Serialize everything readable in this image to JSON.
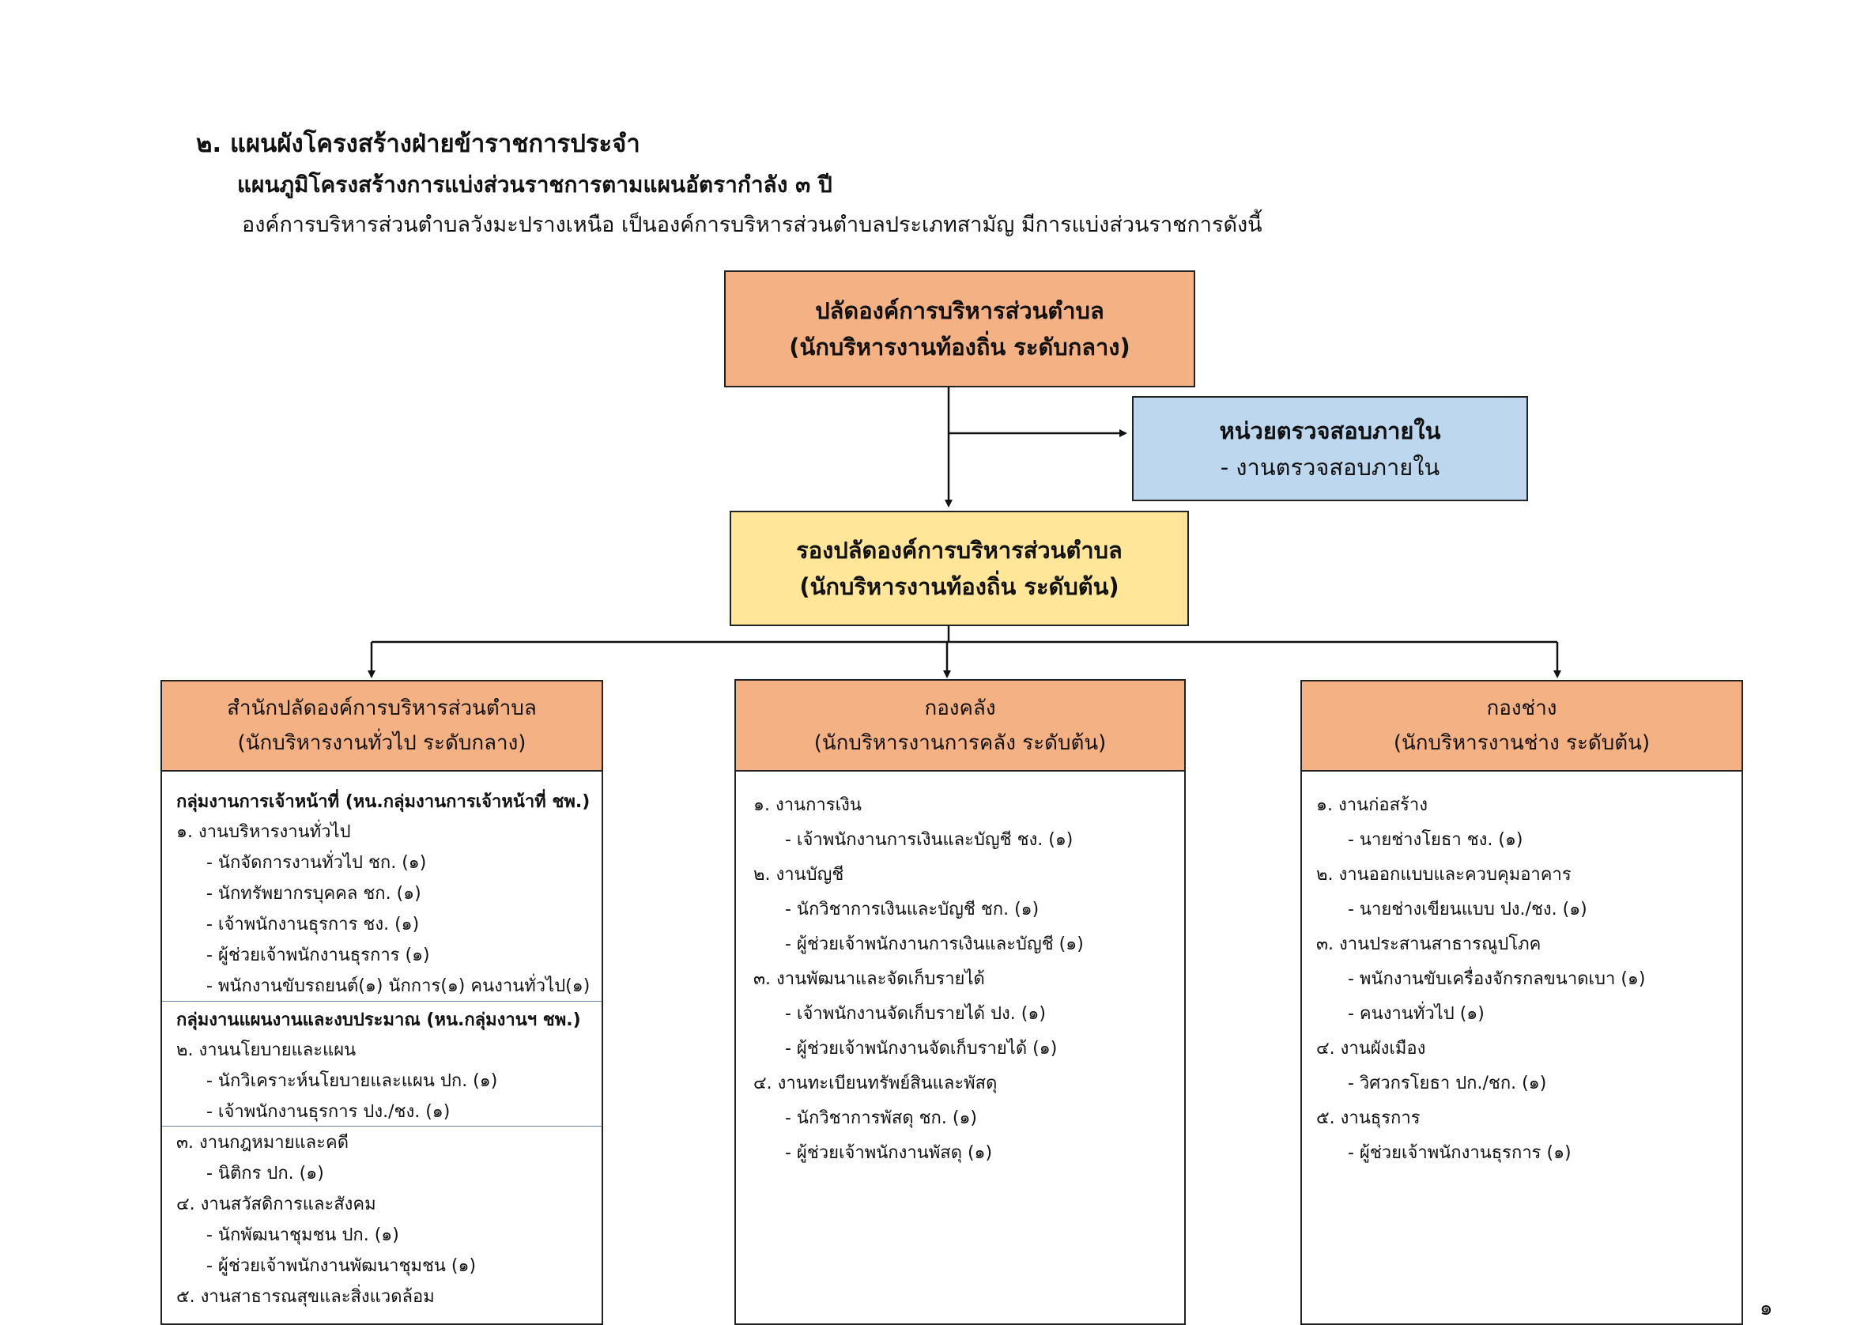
{
  "heading": {
    "title": "๒. แผนผังโครงสร้างฝ่ายข้าราชการประจำ",
    "subtitle": "แผนภูมิโครงสร้างการแบ่งส่วนราชการตามแผนอัตรากำลัง ๓ ปี",
    "intro": "องค์การบริหารส่วนตำบลวังมะปรางเหนือ  เป็นองค์การบริหารส่วนตำบลประเภทสามัญ  มีการแบ่งส่วนราชการดังนี้"
  },
  "colors": {
    "orange": "#f4b183",
    "blue": "#bdd7ee",
    "yellow": "#ffe699",
    "line": "#222222"
  },
  "nodes": {
    "chief": {
      "line1": "ปลัดองค์การบริหารส่วนตำบล",
      "line2": "(นักบริหารงานท้องถิ่น ระดับกลาง)"
    },
    "audit": {
      "line1": "หน่วยตรวจสอบภายใน",
      "line2": "- งานตรวจสอบภายใน"
    },
    "deputy": {
      "line1": "รองปลัดองค์การบริหารส่วนตำบล",
      "line2": "(นักบริหารงานท้องถิ่น ระดับต้น)"
    },
    "office": {
      "line1": "สำนักปลัดองค์การบริหารส่วนตำบล",
      "line2": "(นักบริหารงานทั่วไป ระดับกลาง)"
    },
    "finance": {
      "line1": "กองคลัง",
      "line2": "(นักบริหารงานการคลัง ระดับต้น)"
    },
    "works": {
      "line1": "กองช่าง",
      "line2": "(นักบริหารงานช่าง ระดับต้น)"
    }
  },
  "office_list": [
    "กลุ่มงานการเจ้าหน้าที่ (หน.กลุ่มงานการเจ้าหน้าที่ ชพ.)",
    "๑. งานบริหารงานทั่วไป",
    "- นักจัดการงานทั่วไป ชก. (๑)",
    "- นักทรัพยากรบุคคล ชก. (๑)",
    "- เจ้าพนักงานธุรการ ชง. (๑)",
    "- ผู้ช่วยเจ้าพนักงานธุรการ (๑)",
    "- พนักงานขับรถยนต์(๑) นักการ(๑) คนงานทั่วไป(๑)",
    "กลุ่มงานแผนงานและงบประมาณ (หน.กลุ่มงานฯ ชพ.)",
    "๒. งานนโยบายและแผน",
    "- นักวิเคราะห์นโยบายและแผน ปก. (๑)",
    "- เจ้าพนักงานธุรการ ปง./ชง. (๑)",
    "๓. งานกฎหมายและคดี",
    "- นิติกร ปก. (๑)",
    "๔. งานสวัสดิการและสังคม",
    "- นักพัฒนาชุมชน ปก. (๑)",
    "- ผู้ช่วยเจ้าพนักงานพัฒนาชุมชน (๑)",
    "๕. งานสาธารณสุขและสิ่งแวดล้อม"
  ],
  "finance_list": [
    "๑. งานการเงิน",
    "- เจ้าพนักงานการเงินและบัญชี ชง. (๑)",
    "๒. งานบัญชี",
    "- นักวิชาการเงินและบัญชี ชก.  (๑)",
    "- ผู้ช่วยเจ้าพนักงานการเงินและบัญชี (๑)",
    "๓. งานพัฒนาและจัดเก็บรายได้",
    "- เจ้าพนักงานจัดเก็บรายได้ ปง. (๑)",
    "- ผู้ช่วยเจ้าพนักงานจัดเก็บรายได้ (๑)",
    "๔. งานทะเบียนทรัพย์สินและพัสดุ",
    "- นักวิชาการพัสดุ ชก. (๑)",
    "- ผู้ช่วยเจ้าพนักงานพัสดุ (๑)"
  ],
  "works_list": [
    "๑. งานก่อสร้าง",
    "- นายช่างโยธา ชง. (๑)",
    "๒. งานออกแบบและควบคุมอาคาร",
    "- นายช่างเขียนแบบ ปง./ชง. (๑)",
    "๓. งานประสานสาธารณูปโภค",
    "- พนักงานขับเครื่องจักรกลขนาดเบา (๑)",
    "- คนงานทั่วไป (๑)",
    "๔. งานผังเมือง",
    "- วิศวกรโยธา  ปก./ชก. (๑)",
    "๕. งานธุรการ",
    "- ผู้ช่วยเจ้าพนักงานธุรการ (๑)"
  ],
  "page_number": "๑"
}
